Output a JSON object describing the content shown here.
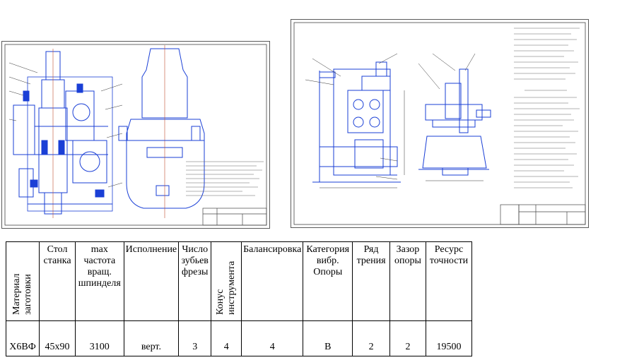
{
  "table": {
    "headers": [
      {
        "text": "Материал заготовки",
        "vertical": true
      },
      {
        "text": "Стол станка",
        "vertical": false
      },
      {
        "text": "max частота вращ. шпинделя",
        "vertical": false
      },
      {
        "text": "Исполнение",
        "vertical": false
      },
      {
        "text": "Число зубьев фрезы",
        "vertical": false
      },
      {
        "text": "Конус инструмента",
        "vertical": true
      },
      {
        "text": "Балансировка",
        "vertical": false
      },
      {
        "text": "Категория вибр. Опоры",
        "vertical": false
      },
      {
        "text": "Ряд трения",
        "vertical": false
      },
      {
        "text": "Зазор опоры",
        "vertical": false
      },
      {
        "text": "Ресурс точности",
        "vertical": false
      }
    ],
    "values": [
      "Х6ВФ",
      "45x90",
      "3100",
      "верт.",
      "3",
      "4",
      "4",
      "В",
      "2",
      "2",
      "19500"
    ]
  },
  "colors": {
    "drawing": "#1a3fd6",
    "frame": "#4a4a4a"
  }
}
